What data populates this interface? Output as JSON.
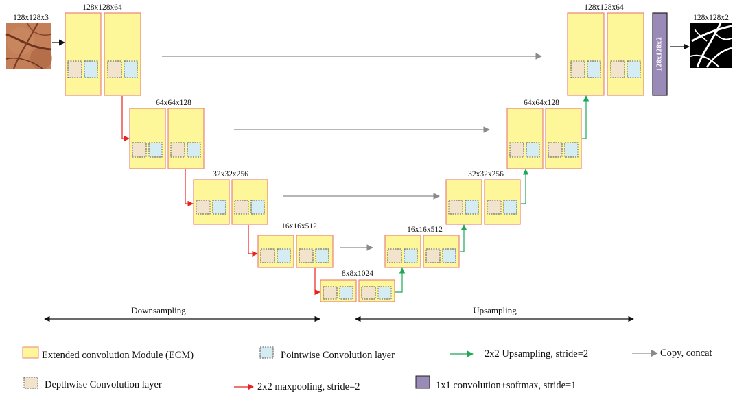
{
  "input_image": {
    "label": "128x128x3",
    "colors": [
      "#8a4a2c",
      "#b9714a",
      "#d99a72"
    ]
  },
  "output_image": {
    "label": "128x128x2"
  },
  "encoder": [
    {
      "label": "128x128x64"
    },
    {
      "label": "64x64x128"
    },
    {
      "label": "32x32x256"
    },
    {
      "label": "16x16x512"
    },
    {
      "label": "8x8x1024"
    }
  ],
  "decoder": [
    {
      "label": "16x16x512"
    },
    {
      "label": "32x32x256"
    },
    {
      "label": "64x64x128"
    },
    {
      "label": "128x128x64"
    }
  ],
  "final_conv": {
    "label": "128x128x2"
  },
  "phases": {
    "down": "Downsampling",
    "up": "Upsampling"
  },
  "legend": {
    "ecm": "Extended convolution Module (ECM)",
    "pointwise": "Pointwise Convolution layer",
    "upsampling": "2x2 Upsampling, stride=2",
    "copy": "Copy, concat",
    "depthwise": "Depthwise Convolution layer",
    "maxpool": "2x2 maxpooling, stride=2",
    "conv1x1": "1x1 convolution+softmax, stride=1"
  },
  "colors": {
    "ecm_fill": "#fdf79a",
    "ecm_border": "#e8857a",
    "depthwise_fill": "#f2e3cd",
    "pointwise_fill": "#d5ecf2",
    "sublayer_border": "#555555",
    "final_conv_fill": "#9a8ab8",
    "maxpool_arrow": "#e8231e",
    "upsample_arrow": "#1ea856",
    "copy_arrow": "#8a8a8a"
  }
}
